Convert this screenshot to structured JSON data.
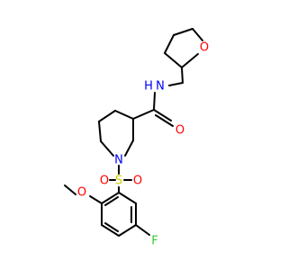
{
  "molecule": {
    "atom_labels": {
      "n_amide": "N",
      "h_amide": "H",
      "o_carbonyl": "O",
      "o_thf": "O",
      "n_ring": "N",
      "s_sulfonyl": "S",
      "o_s_left": "O",
      "o_s_right": "O",
      "o_methoxy": "O",
      "f": "F"
    },
    "colors": {
      "carbon": "#000000",
      "oxygen": "#ff0000",
      "nitrogen": "#0000ff",
      "sulfur": "#cccc00",
      "fluorine": "#33cc33"
    }
  }
}
